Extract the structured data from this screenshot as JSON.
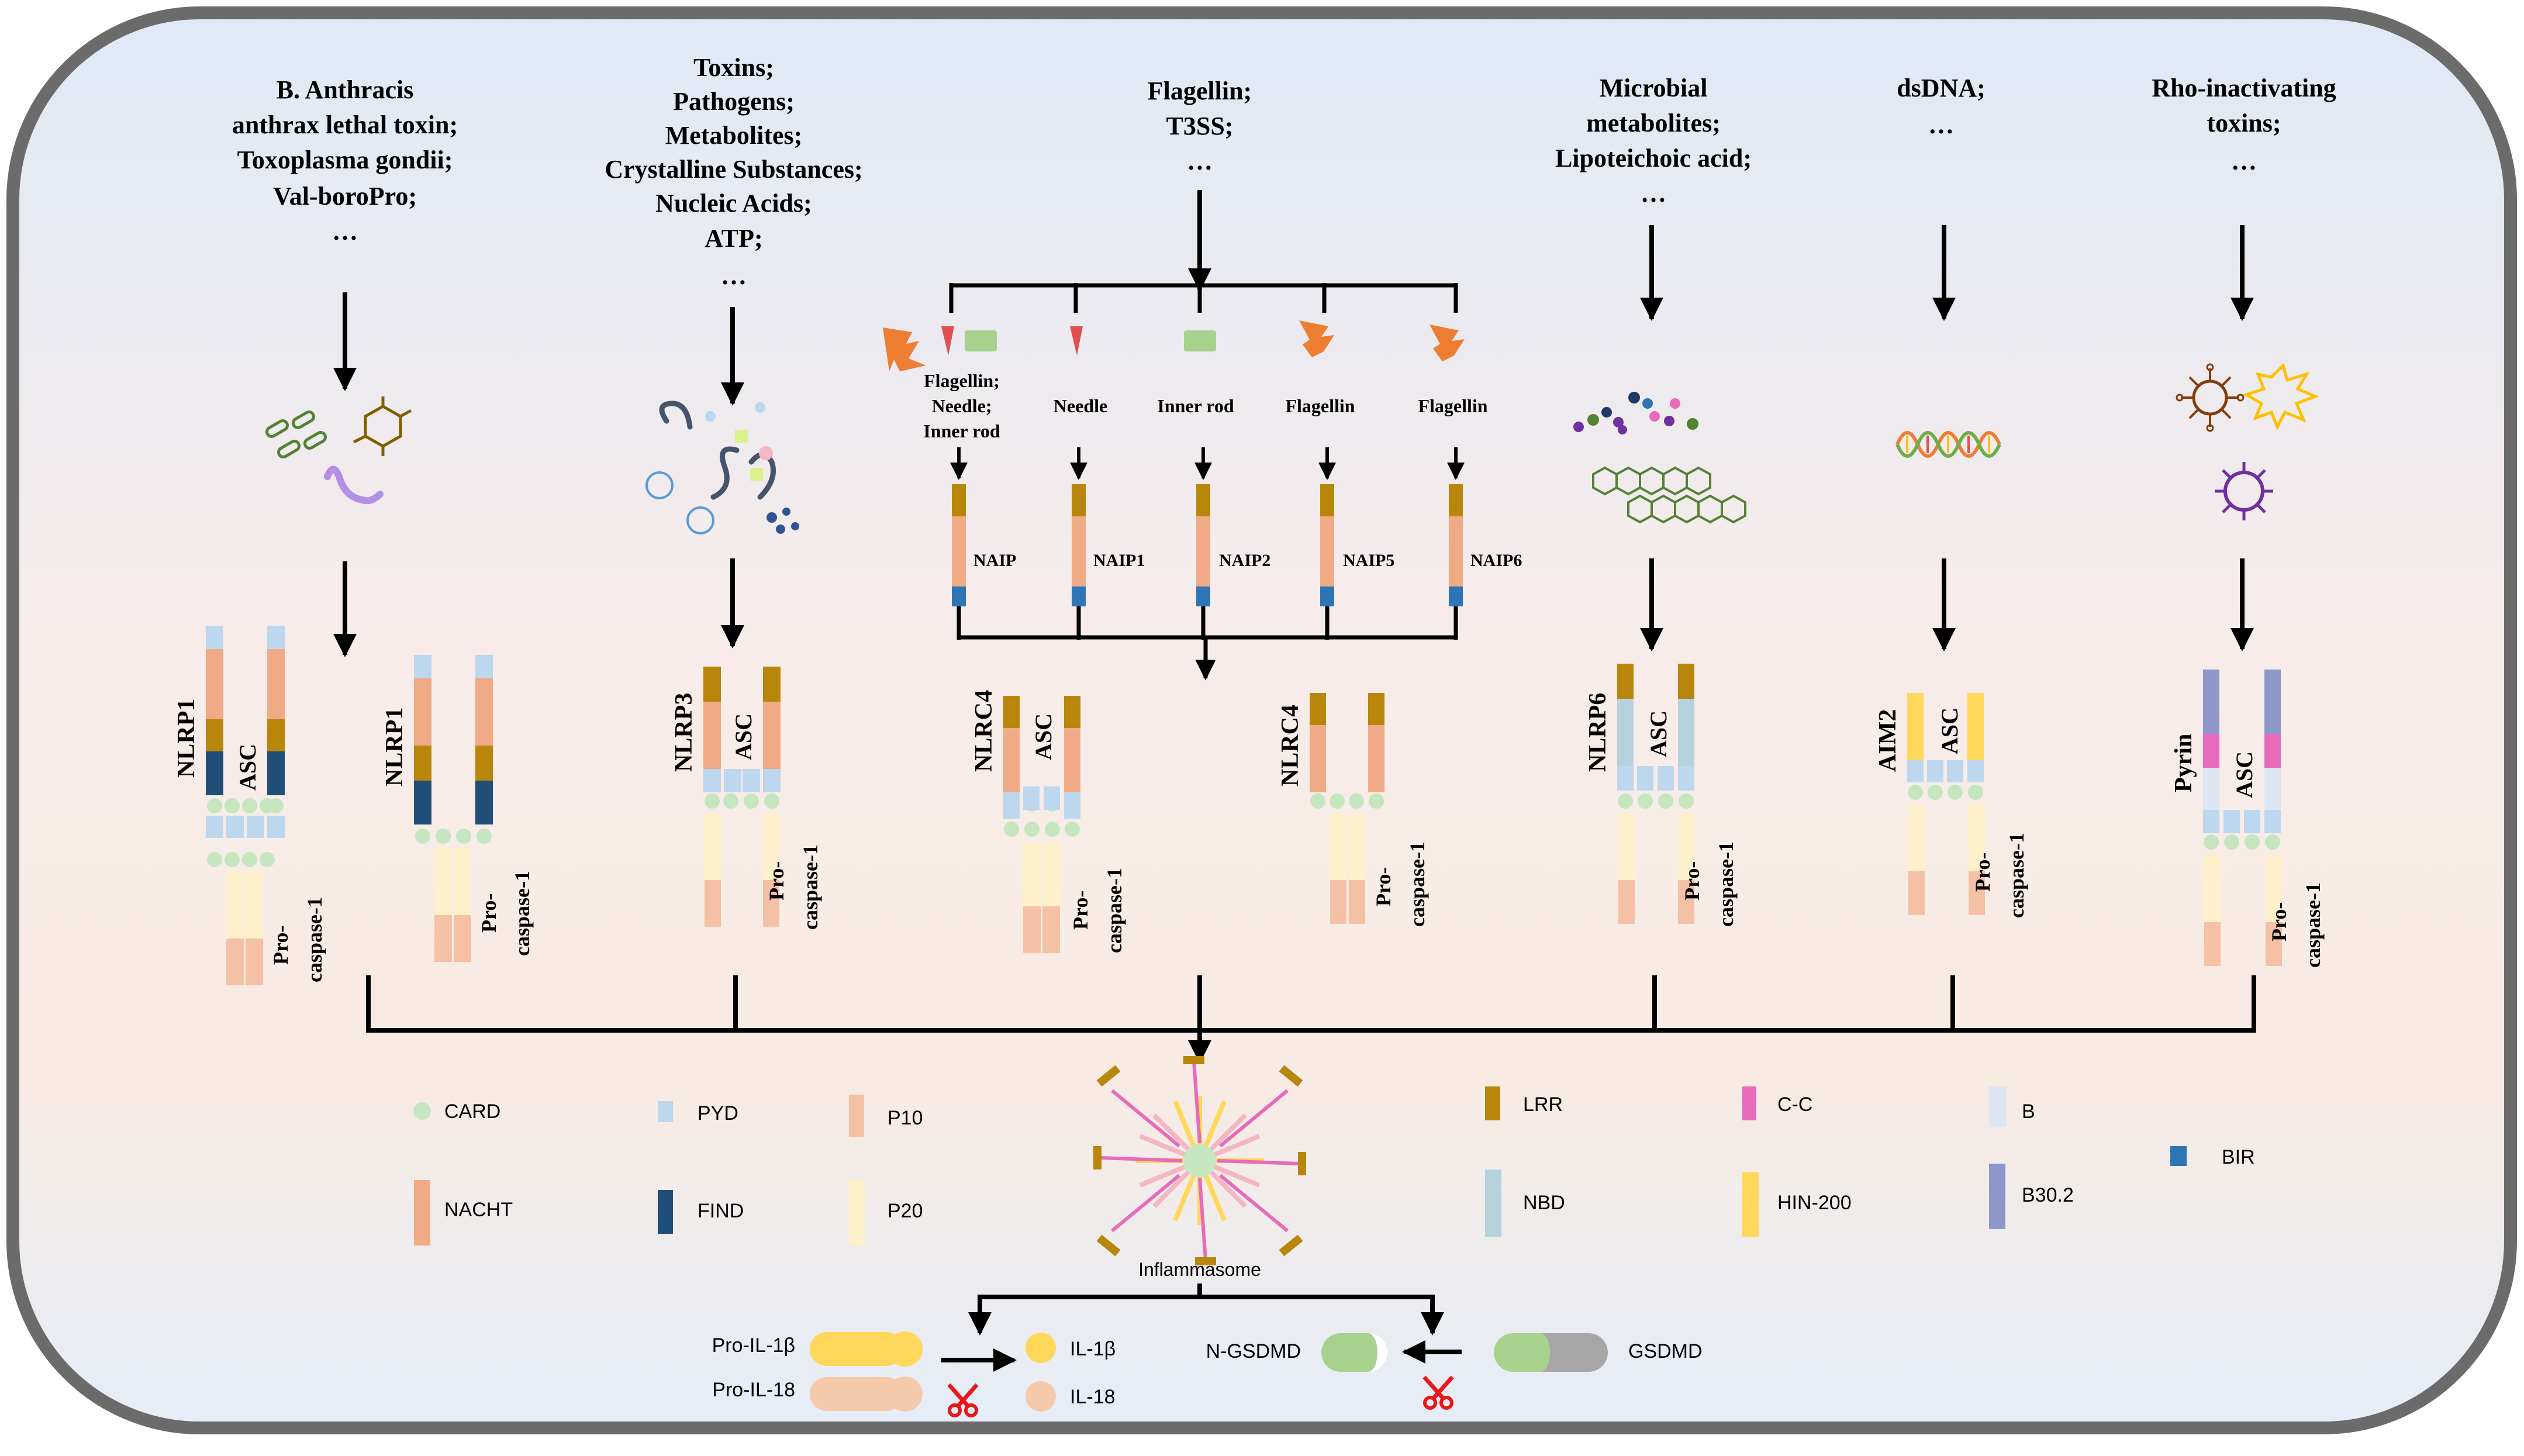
{
  "stimuli": [
    {
      "lines": [
        "B. Anthracis",
        "anthrax lethal toxin;",
        "Toxoplasma gondii;",
        "Val-boroPro;",
        "…"
      ]
    },
    {
      "lines": [
        "Toxins;",
        "Pathogens;",
        "Metabolites;",
        "Crystalline Substances;",
        "Nucleic Acids;",
        "ATP;",
        "…"
      ]
    },
    {
      "lines": [
        "Flagellin;",
        "T3SS;",
        "…"
      ]
    },
    {
      "lines": [
        "Microbial",
        "metabolites;",
        "Lipoteichoic acid;",
        "…"
      ]
    },
    {
      "lines": [
        "dsDNA;",
        "…"
      ]
    },
    {
      "lines": [
        "Rho-inactivating",
        "toxins;",
        "…"
      ]
    }
  ],
  "ligands": {
    "flagellin_needle_inner_rod": [
      "Flagellin;",
      "Needle;",
      "Inner rod"
    ],
    "needle": "Needle",
    "inner_rod": "Inner rod",
    "flagellin_1": "Flagellin",
    "flagellin_2": "Flagellin"
  },
  "naips": [
    "NAIP",
    "NAIP1",
    "NAIP2",
    "NAIP5",
    "NAIP6"
  ],
  "sensors": {
    "nlrp1_a": "NLRP1",
    "nlrp1_b": "NLRP1",
    "nlrp3": "NLRP3",
    "nlrc4_a": "NLRC4",
    "nlrc4_b": "NLRC4",
    "nlrp6": "NLRP6",
    "aim2": "AIM2",
    "pyrin": "Pyrin"
  },
  "asc": "ASC",
  "procaspase": [
    "Pro-",
    "caspase-1"
  ],
  "legend": {
    "card": "CARD",
    "pyd": "PYD",
    "p10": "P10",
    "nacht": "NACHT",
    "find": "FIND",
    "p20": "P20",
    "lrr": "LRR",
    "cc": "C-C",
    "b": "B",
    "bir": "BIR",
    "nbd": "NBD",
    "hin200": "HIN-200",
    "b302": "B30.2"
  },
  "inflammasome": "Inflammasome",
  "products": {
    "pro_il1b": "Pro-IL-1β",
    "pro_il18": "Pro-IL-18",
    "il1b": "IL-1β",
    "il18": "IL-18",
    "n_gsdmd": "N-GSDMD",
    "gsdmd": "GSDMD"
  },
  "colors": {
    "card": "#c5e6bf",
    "pyd": "#bcd7ee",
    "p10": "#f5c1a5",
    "p20": "#fdf0cb",
    "nacht": "#f0ab86",
    "find": "#1f4e79",
    "lrr": "#b8860b",
    "cc": "#e86bbb",
    "b": "#dce6f3",
    "bir": "#2e75b6",
    "nbd": "#b6d2dc",
    "hin200": "#ffd75a",
    "b302": "#8d98c9",
    "il1b": "#ffd75a",
    "il18": "#f7c9ab",
    "gsdmd_n": "#a9d18e",
    "gsdmd_c": "#a6a6a6",
    "frame_border": "#6b6b6b",
    "pathogen_orange": "#ed7d31",
    "needle_red": "#e05050",
    "scissors": "#e81818"
  }
}
